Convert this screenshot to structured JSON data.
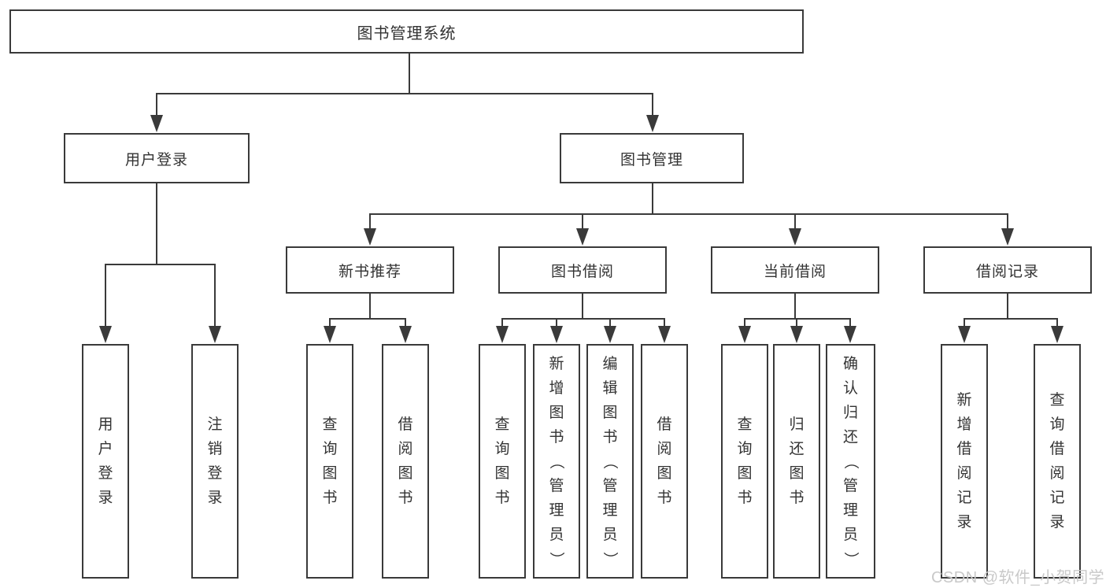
{
  "diagram": {
    "root": {
      "label": "图书管理系统"
    },
    "level2": {
      "user_login": {
        "label": "用户登录"
      },
      "book_mgmt": {
        "label": "图书管理"
      }
    },
    "level3": {
      "new_book_rec": {
        "label": "新书推荐"
      },
      "book_borrow": {
        "label": "图书借阅"
      },
      "current_borrow": {
        "label": "当前借阅"
      },
      "borrow_records": {
        "label": "借阅记录"
      }
    },
    "leaves": {
      "user_login": [
        "用户登录",
        "注销登录"
      ],
      "new_book_rec": [
        "查询图书",
        "借阅图书"
      ],
      "book_borrow": [
        "查询图书",
        "新增图书（管理员）",
        "编辑图书（管理员）",
        "借阅图书"
      ],
      "current_borrow": [
        "查询图书",
        "归还图书",
        "确认归还（管理员）"
      ],
      "borrow_records": [
        "新增借阅记录",
        "查询借阅记录"
      ]
    }
  },
  "watermark": {
    "text": "CSDN @软件_小贺同学",
    "color": "#c9c9c9"
  },
  "colors": {
    "line": "#3a3a3a",
    "text": "#333333",
    "background": "#ffffff"
  }
}
